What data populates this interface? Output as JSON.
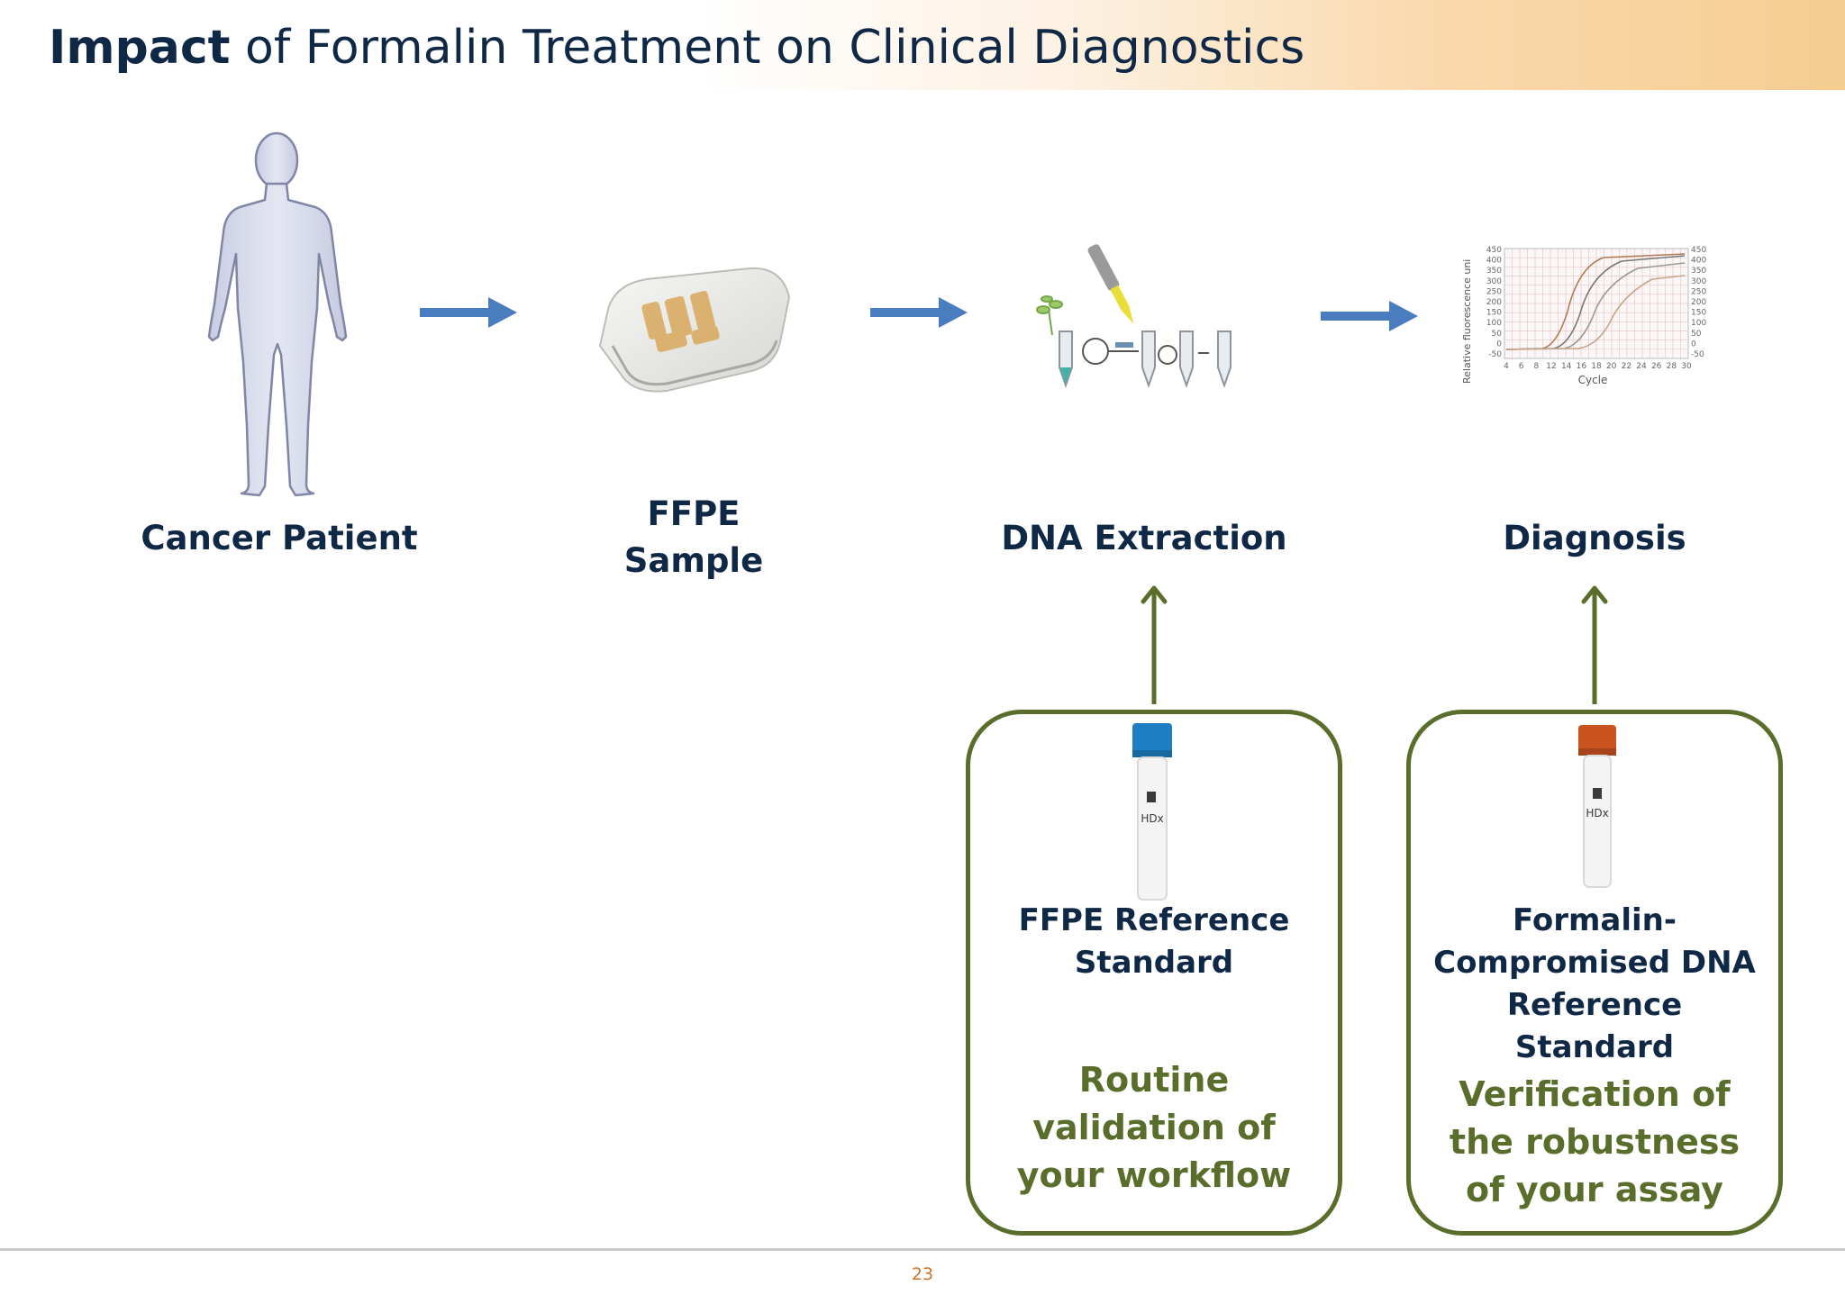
{
  "header": {
    "title_strong": "Impact",
    "title_rest": " of Formalin Treatment on Clinical Diagnostics"
  },
  "stages": [
    {
      "label": "Cancer Patient",
      "icon": "human-figure-icon"
    },
    {
      "label_line1": "FFPE",
      "label_line2": "Sample",
      "icon": "ffpe-block-icon"
    },
    {
      "label": "DNA Extraction",
      "icon": "dna-extraction-icon"
    },
    {
      "label": "Diagnosis",
      "icon": "qpcr-amplification-plot"
    }
  ],
  "qpcr_plot": {
    "ylabel": "Relative fluorescence uni",
    "xlabel": "Cycle",
    "yticks": [
      "450",
      "400",
      "350",
      "300",
      "250",
      "200",
      "150",
      "100",
      "50",
      "0",
      "-50"
    ],
    "yticks_right": [
      "450",
      "400",
      "350",
      "300",
      "250",
      "200",
      "150",
      "100",
      "50",
      "0",
      "-50"
    ],
    "xticks": [
      "4",
      "6",
      "8",
      "12",
      "14",
      "16",
      "18",
      "20",
      "22",
      "24",
      "26",
      "28",
      "30"
    ]
  },
  "reference_boxes": [
    {
      "title_lines": [
        "FFPE Reference",
        "Standard"
      ],
      "note_lines": [
        "Routine",
        "validation of",
        "your workflow"
      ],
      "tube_label": "HDx",
      "cap_color": "#1f7fc4"
    },
    {
      "title_lines": [
        "Formalin-",
        "Compromised DNA",
        "Reference",
        "Standard"
      ],
      "note_lines": [
        "Verification of",
        "the robustness",
        "of your assay"
      ],
      "tube_label": "HDx",
      "cap_color": "#c9541e"
    }
  ],
  "colors": {
    "navy": "#0f2846",
    "blue_arrow": "#4a7cc0",
    "olive": "#596e2b",
    "page_number": "#d0722a"
  },
  "page_number": "23"
}
